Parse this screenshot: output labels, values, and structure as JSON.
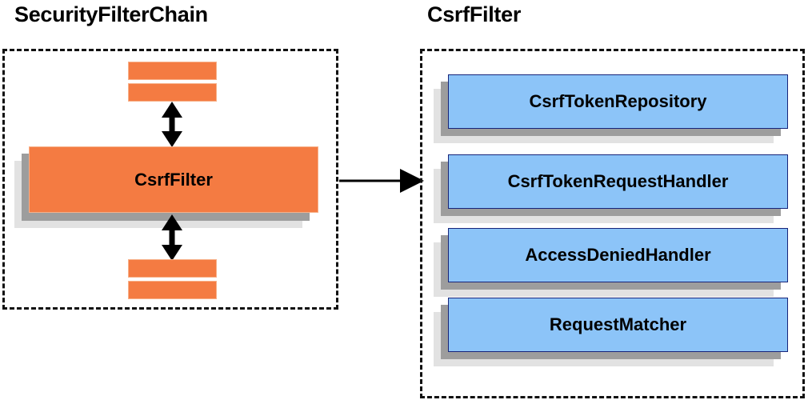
{
  "diagram": {
    "title_left": "SecurityFilterChain",
    "title_right": "CsrfFilter",
    "colors": {
      "orange_fill": "#f47b42",
      "orange_border": "#f7b089",
      "blue_fill": "#8cc4f8",
      "blue_border": "#16247a",
      "shadow_dark": "#9d9d9d",
      "shadow_light": "#e2e2e2",
      "outline": "#111111"
    },
    "left_panel": {
      "focus_card": "CsrfFilter",
      "top_bars": [
        "filter-stub-1",
        "filter-stub-2"
      ],
      "bottom_bars": [
        "filter-stub-3",
        "filter-stub-4"
      ],
      "arrow_top": "double-headed-vertical-arrow",
      "arrow_bottom": "double-headed-vertical-arrow"
    },
    "right_panel": {
      "collaborators": [
        {
          "label": "CsrfTokenRepository"
        },
        {
          "label": "CsrfTokenRequestHandler"
        },
        {
          "label": "AccessDeniedHandler"
        },
        {
          "label": "RequestMatcher"
        }
      ]
    },
    "connector": {
      "name": "left-to-right-arrow",
      "direction": "right"
    }
  }
}
